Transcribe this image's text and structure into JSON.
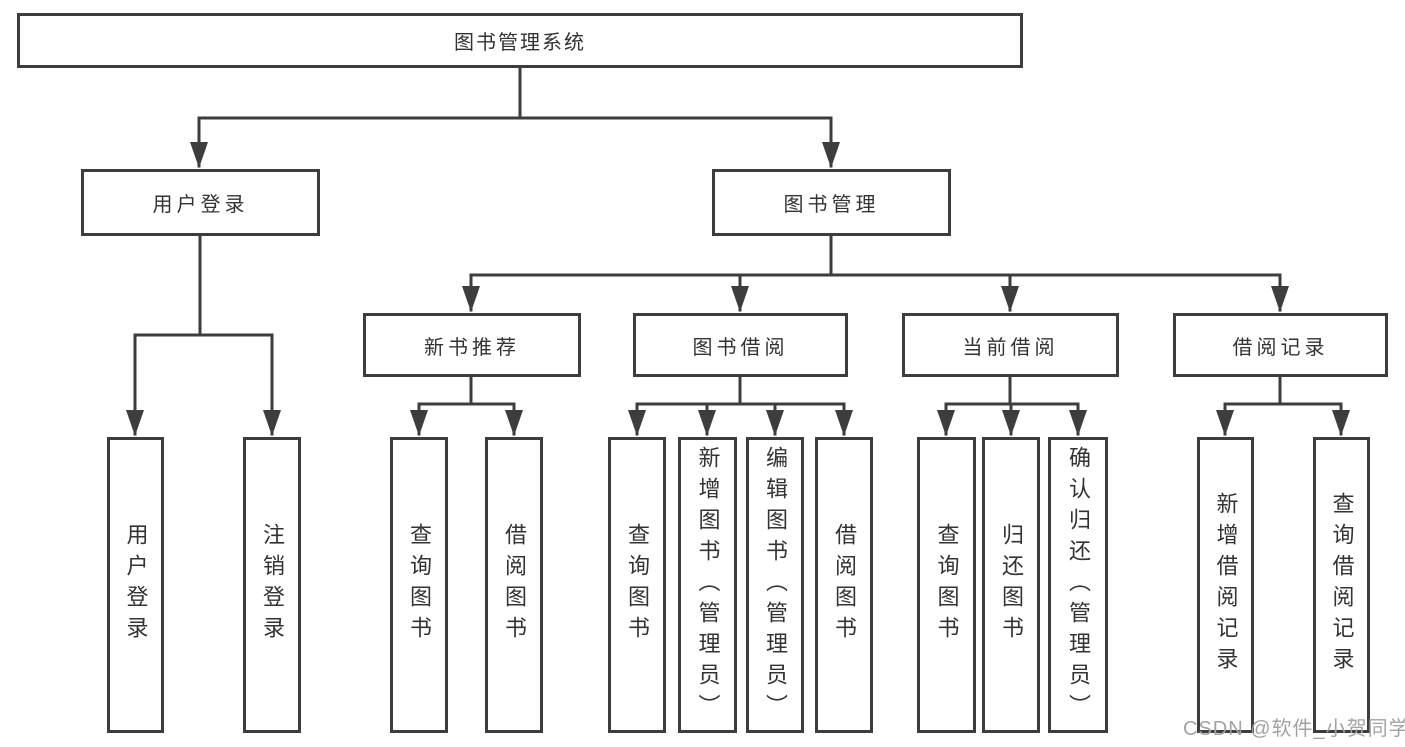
{
  "tree": {
    "label": "图书管理系统",
    "children": [
      {
        "label": "用户登录",
        "children": [
          {
            "label": "用户登录"
          },
          {
            "label": "注销登录"
          }
        ]
      },
      {
        "label": "图书管理",
        "children": [
          {
            "label": "新书推荐",
            "children": [
              {
                "label": "查询图书"
              },
              {
                "label": "借阅图书"
              }
            ]
          },
          {
            "label": "图书借阅",
            "children": [
              {
                "label": "查询图书"
              },
              {
                "label": "新增图书（管理员）"
              },
              {
                "label": "编辑图书（管理员）"
              },
              {
                "label": "借阅图书"
              }
            ]
          },
          {
            "label": "当前借阅",
            "children": [
              {
                "label": "查询图书"
              },
              {
                "label": "归还图书"
              },
              {
                "label": "确认归还（管理员）"
              }
            ]
          },
          {
            "label": "借阅记录",
            "children": [
              {
                "label": "新增借阅记录"
              },
              {
                "label": "查询借阅记录"
              }
            ]
          }
        ]
      }
    ]
  },
  "watermark": "CSDN @软件_小贺同学",
  "colors": {
    "line": "#3d3d3d",
    "text": "#333333",
    "watermark": "#a3a3a3",
    "background": "#ffffff"
  }
}
